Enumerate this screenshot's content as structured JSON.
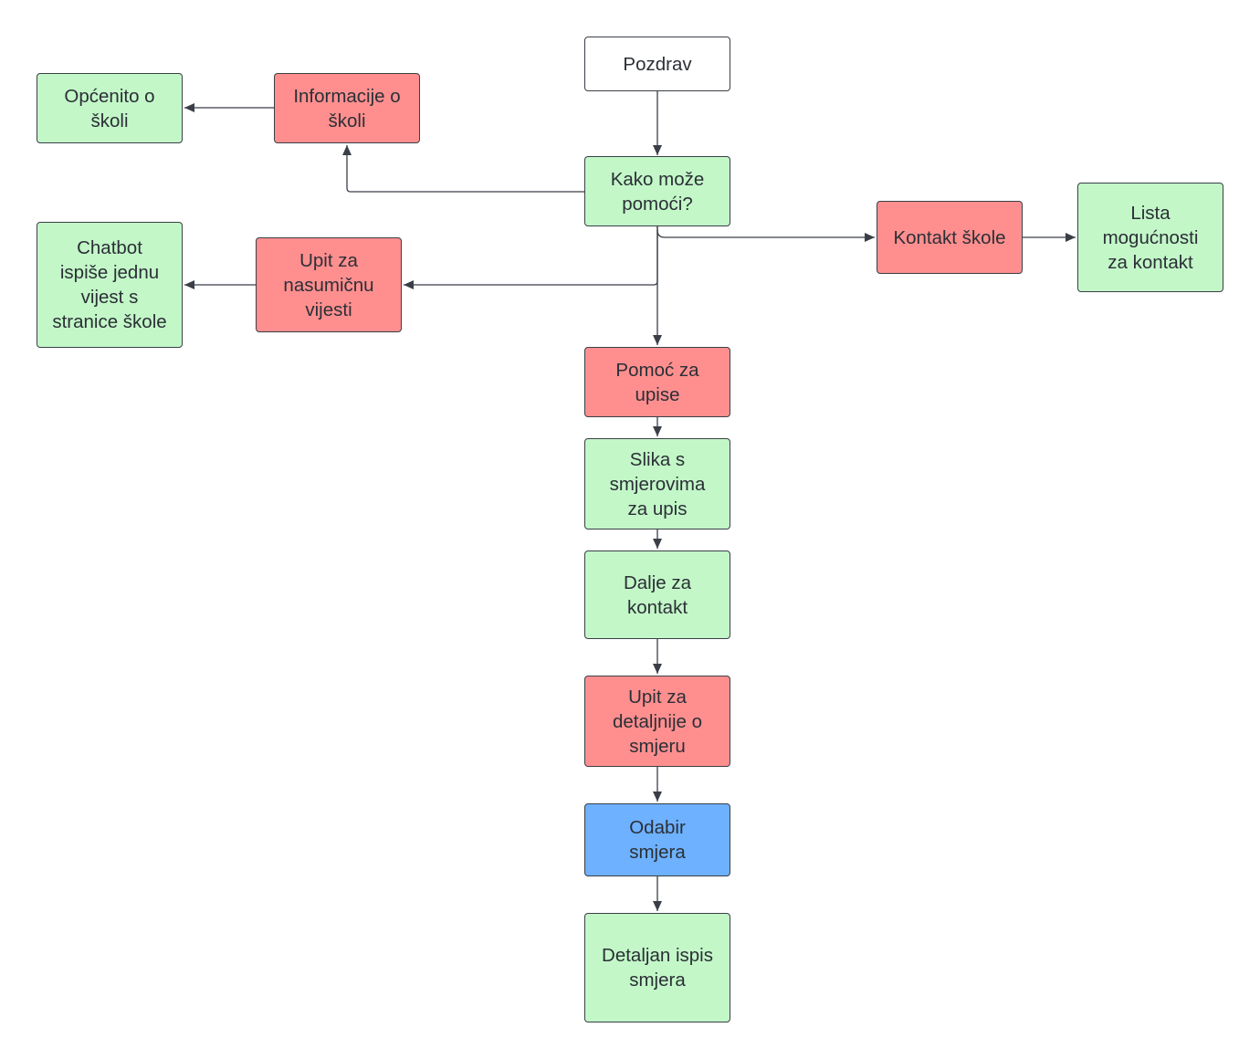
{
  "colors": {
    "start": "#ffffff",
    "green": "#c3f7c8",
    "red": "#ff8f8f",
    "blue": "#6db1ff",
    "edge": "#3a3f47"
  },
  "nodes": {
    "pozdrav": {
      "label": "Pozdrav",
      "color": "white"
    },
    "kako_moze": {
      "label": "Kako može\npomoći?",
      "color": "green"
    },
    "informacije": {
      "label": "Informacije o\nškoli",
      "color": "red"
    },
    "opcenito": {
      "label": "Općenito o\nškoli",
      "color": "green"
    },
    "upit_vijesti": {
      "label": "Upit za\nnasumičnu\nvijesti",
      "color": "red"
    },
    "chatbot": {
      "label": "Chatbot\nispiše jednu\nvijest s\nstranice škole",
      "color": "green"
    },
    "kontakt": {
      "label": "Kontakt škole",
      "color": "red"
    },
    "lista": {
      "label": "Lista\nmogućnosti\nza kontakt",
      "color": "green"
    },
    "pomoc_upisi": {
      "label": "Pomoć za\nupise",
      "color": "red"
    },
    "slika": {
      "label": "Slika s\nsmjerovima\nza upis",
      "color": "green"
    },
    "dalje": {
      "label": "Dalje za\nkontakt",
      "color": "green"
    },
    "upit_detalji": {
      "label": "Upit za\ndetaljnije o\nsmjeru",
      "color": "red"
    },
    "odabir": {
      "label": "Odabir\nsmjera",
      "color": "blue"
    },
    "detaljan": {
      "label": "Detaljan ispis\nsmjera",
      "color": "green"
    }
  },
  "edges": [
    {
      "from": "pozdrav",
      "to": "kako_moze"
    },
    {
      "from": "kako_moze",
      "to": "informacije"
    },
    {
      "from": "informacije",
      "to": "opcenito"
    },
    {
      "from": "kako_moze",
      "to": "upit_vijesti"
    },
    {
      "from": "upit_vijesti",
      "to": "chatbot"
    },
    {
      "from": "kako_moze",
      "to": "kontakt"
    },
    {
      "from": "kontakt",
      "to": "lista"
    },
    {
      "from": "kako_moze",
      "to": "pomoc_upisi"
    },
    {
      "from": "pomoc_upisi",
      "to": "slika"
    },
    {
      "from": "slika",
      "to": "dalje"
    },
    {
      "from": "dalje",
      "to": "upit_detalji"
    },
    {
      "from": "upit_detalji",
      "to": "odabir"
    },
    {
      "from": "odabir",
      "to": "detaljan"
    }
  ]
}
